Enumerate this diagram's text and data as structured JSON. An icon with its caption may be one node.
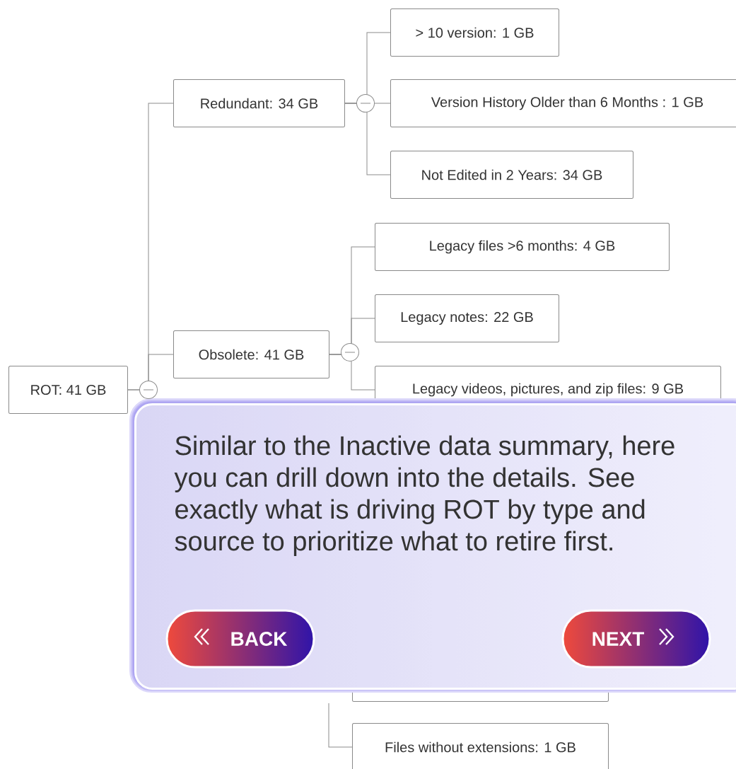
{
  "diagram": {
    "nodes": [
      {
        "text": [
          "ROT: 41 GB"
        ]
      },
      {
        "text": [
          "Redundant: 34 GB"
        ]
      },
      {
        "text": [
          "> 10 version: 1 GB"
        ]
      },
      {
        "text": [
          "Version History Older than 6 Months : 1 GB"
        ]
      },
      {
        "text": [
          "Not Edited in 2 Years: 34 GB"
        ]
      },
      {
        "text": [
          "Obsolete: 41 GB"
        ]
      },
      {
        "text": [
          "Legacy files >6 months: 4 GB"
        ]
      },
      {
        "text": [
          "Legacy notes: 22 GB"
        ]
      },
      {
        "text": [
          "Legacy videos, pictures, and zip files: 9 GB"
        ]
      },
      {
        "text": [],
        "shape": "box"
      },
      {
        "text": [
          "Files without extensions: 1 GB"
        ]
      },
      {
        "text": [
          "Similar to the Inactive data summary, here you can drill down into the details. See exactly what is driving ROT by type and source to prioritize what to retire first."
        ]
      },
      {
        "text": [
          "BACK"
        ],
        "in": 11
      },
      {
        "text": [
          "NEXT"
        ],
        "in": 11
      }
    ],
    "edges": [
      {
        "from": 0,
        "to": 1,
        "arrow": "none"
      },
      {
        "from": 0,
        "to": 5,
        "arrow": "none"
      },
      {
        "from": 1,
        "to": 2,
        "arrow": "none"
      },
      {
        "from": 1,
        "to": 3,
        "arrow": "none"
      },
      {
        "from": 1,
        "to": 4,
        "arrow": "none"
      },
      {
        "from": 5,
        "to": 6,
        "arrow": "none"
      },
      {
        "from": 5,
        "to": 7,
        "arrow": "none"
      },
      {
        "from": 5,
        "to": 8,
        "arrow": "none"
      },
      {
        "from": null,
        "to": 10,
        "arrow": "none"
      }
    ]
  }
}
